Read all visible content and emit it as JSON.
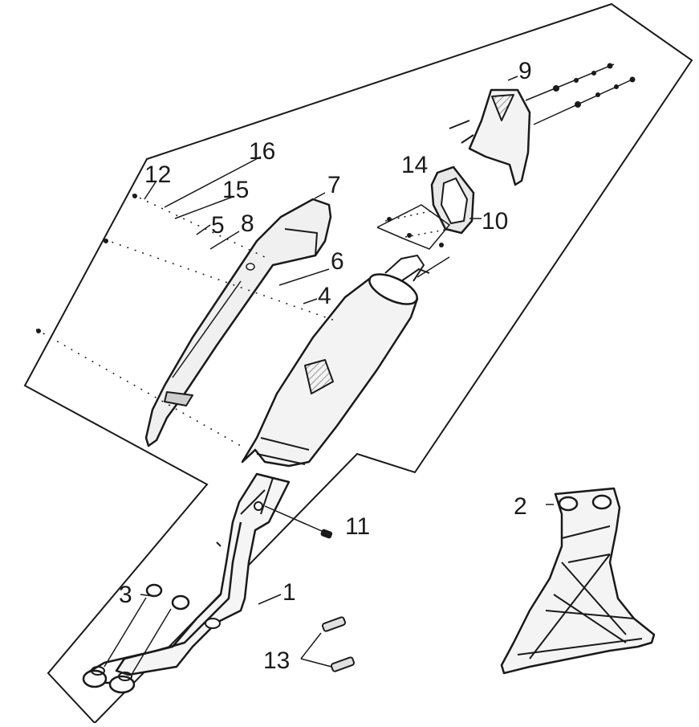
{
  "diagram": {
    "callouts": [
      {
        "id": "callout-1",
        "text": "1"
      },
      {
        "id": "callout-2",
        "text": "2"
      },
      {
        "id": "callout-3",
        "text": "3"
      },
      {
        "id": "callout-4",
        "text": "4"
      },
      {
        "id": "callout-5",
        "text": "5"
      },
      {
        "id": "callout-6",
        "text": "6"
      },
      {
        "id": "callout-7",
        "text": "7"
      },
      {
        "id": "callout-8",
        "text": "8"
      },
      {
        "id": "callout-9",
        "text": "9"
      },
      {
        "id": "callout-10",
        "text": "10"
      },
      {
        "id": "callout-11",
        "text": "11"
      },
      {
        "id": "callout-12",
        "text": "12"
      },
      {
        "id": "callout-13",
        "text": "13"
      },
      {
        "id": "callout-14",
        "text": "14"
      },
      {
        "id": "callout-15",
        "text": "15"
      },
      {
        "id": "callout-16",
        "text": "16"
      }
    ],
    "colors": {
      "stroke": "#1a1a1a",
      "part_fill": "#f2f2f2",
      "shade": "#bdbdbd",
      "background": "#ffffff"
    }
  }
}
